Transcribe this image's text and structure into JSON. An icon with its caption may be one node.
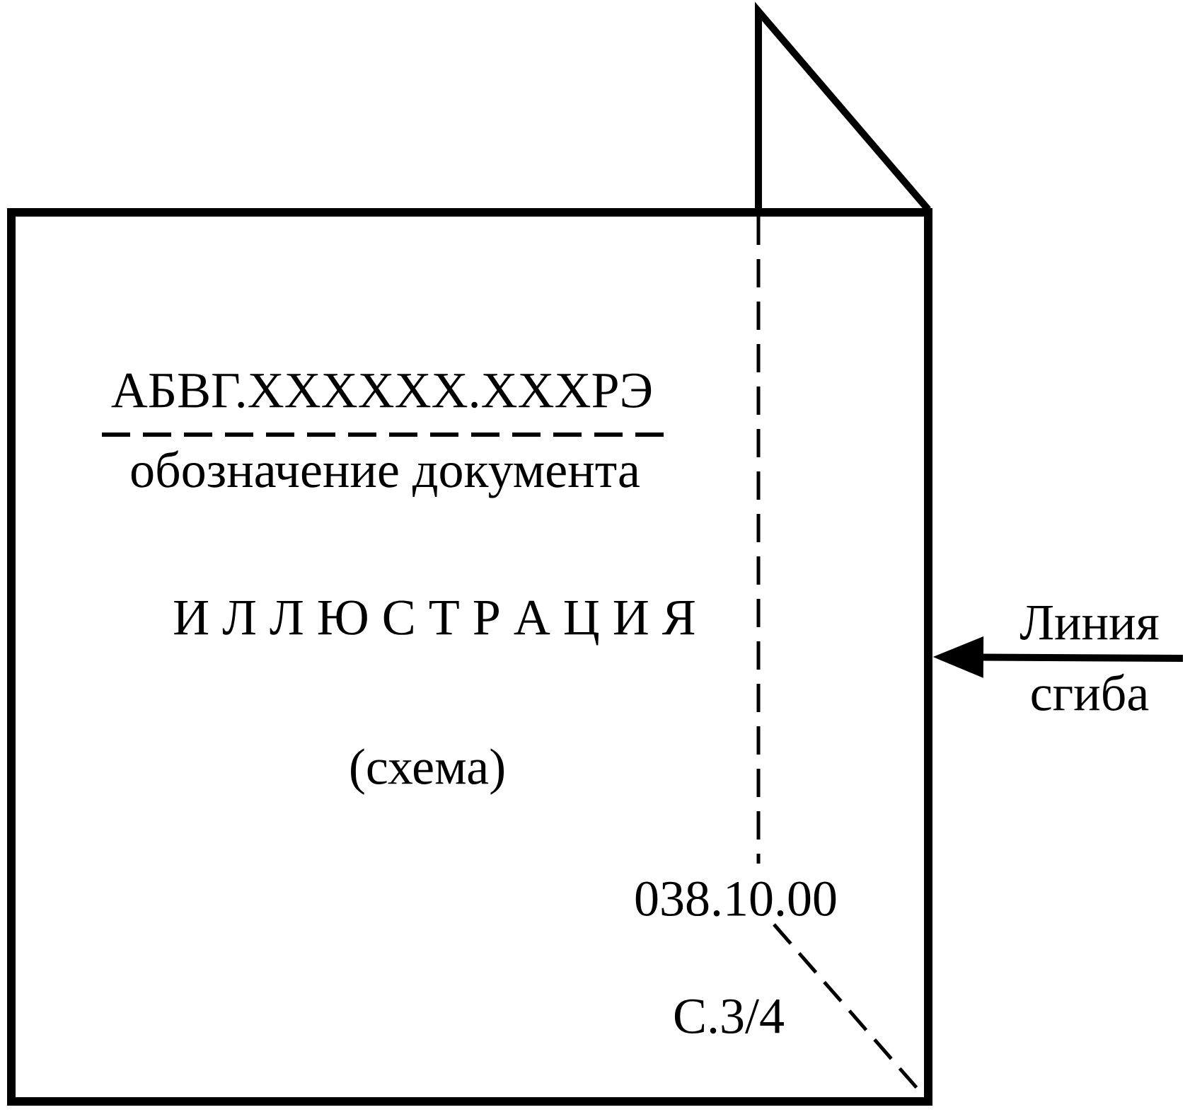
{
  "diagram": {
    "nodes": [
      {
        "text": [],
        "shape": "box"
      },
      {
        "text": [
          "Линия сгиба"
        ]
      }
    ],
    "edges": [
      {
        "from": 1,
        "to": 0,
        "arrow": "to"
      }
    ],
    "labels": [
      "АБВГ.XXXXXX.XXXРЭ",
      "обозначение документа",
      "И Л Л Ю С Т Р А Ц И Я",
      "(схема)",
      "038.10.00",
      "С.3/4"
    ]
  }
}
